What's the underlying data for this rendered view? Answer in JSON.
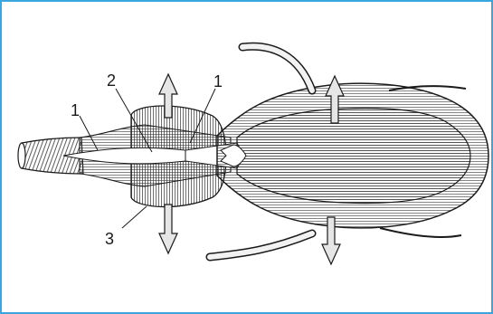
{
  "figure": {
    "labels": {
      "one_left": "1",
      "two": "2",
      "one_right": "1",
      "three": "3"
    },
    "colors": {
      "frame": "#3aa6dd",
      "ink": "#1a1a1a",
      "paper": "#ffffff",
      "arrow_fill": "#e6e6e6"
    }
  }
}
